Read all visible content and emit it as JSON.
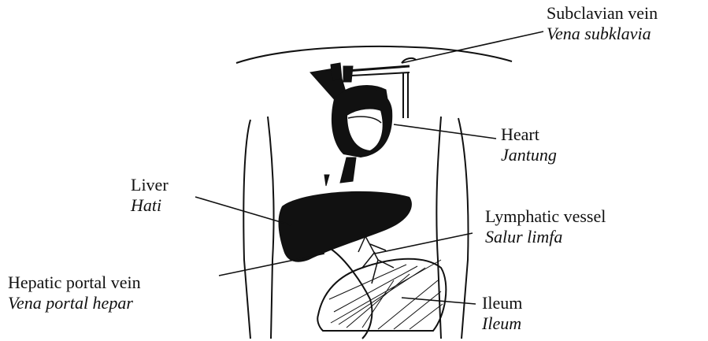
{
  "labels": {
    "subclavian": {
      "english": "Subclavian vein",
      "malay": "Vena subklavia"
    },
    "heart": {
      "english": "Heart",
      "malay": "Jantung"
    },
    "liver": {
      "english": "Liver",
      "malay": "Hati"
    },
    "lymphatic": {
      "english": "Lymphatic vessel",
      "malay": "Salur limfa"
    },
    "portal": {
      "english": "Hepatic portal vein",
      "malay": "Vena portal hepar"
    },
    "ileum": {
      "english": "Ileum",
      "malay": "Ileum"
    }
  },
  "colors": {
    "ink": "#111111",
    "background": "#ffffff"
  }
}
